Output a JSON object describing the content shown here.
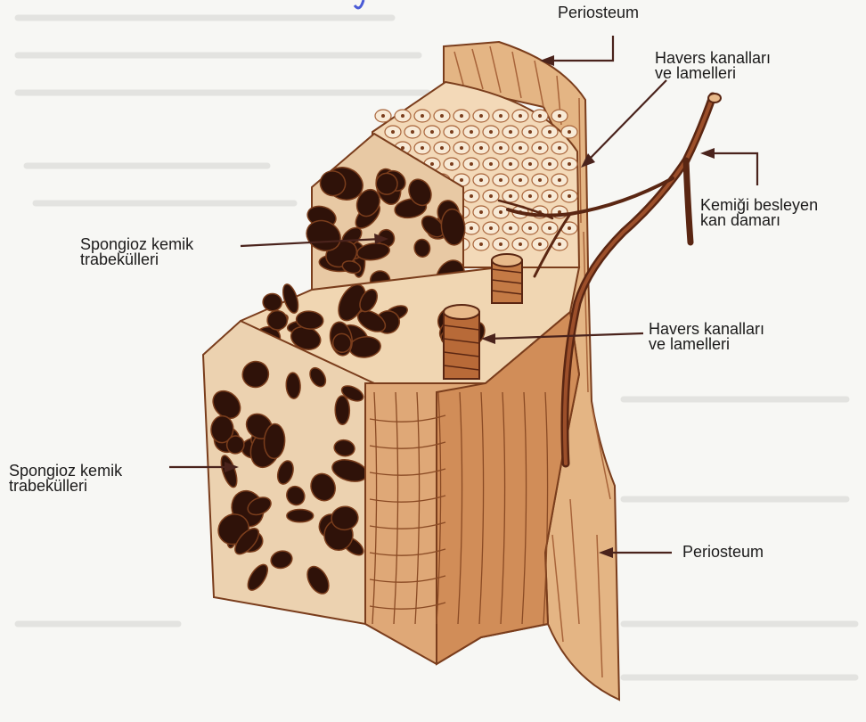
{
  "labels": {
    "periosteum_top": "Periosteum",
    "havers_top": {
      "line1": "Havers kanalları",
      "line2": "ve lamelleri"
    },
    "vessel": {
      "line1": "Kemiği besleyen",
      "line2": "kan damarı"
    },
    "spongy_upper": {
      "line1": "Spongioz kemik",
      "line2": "trabekülleri"
    },
    "havers_mid": {
      "line1": "Havers kanalları",
      "line2": "ve lamelleri"
    },
    "spongy_lower": {
      "line1": "Spongioz kemik",
      "line2": "trabekülleri"
    },
    "periosteum_bottom": "Periosteum"
  },
  "colors": {
    "bone_light": "#edc9a0",
    "bone_mid": "#d59563",
    "bone_dark": "#b36637",
    "cavity": "#2f1209",
    "vessel": "#5a2612",
    "leader": "#4a231c"
  }
}
